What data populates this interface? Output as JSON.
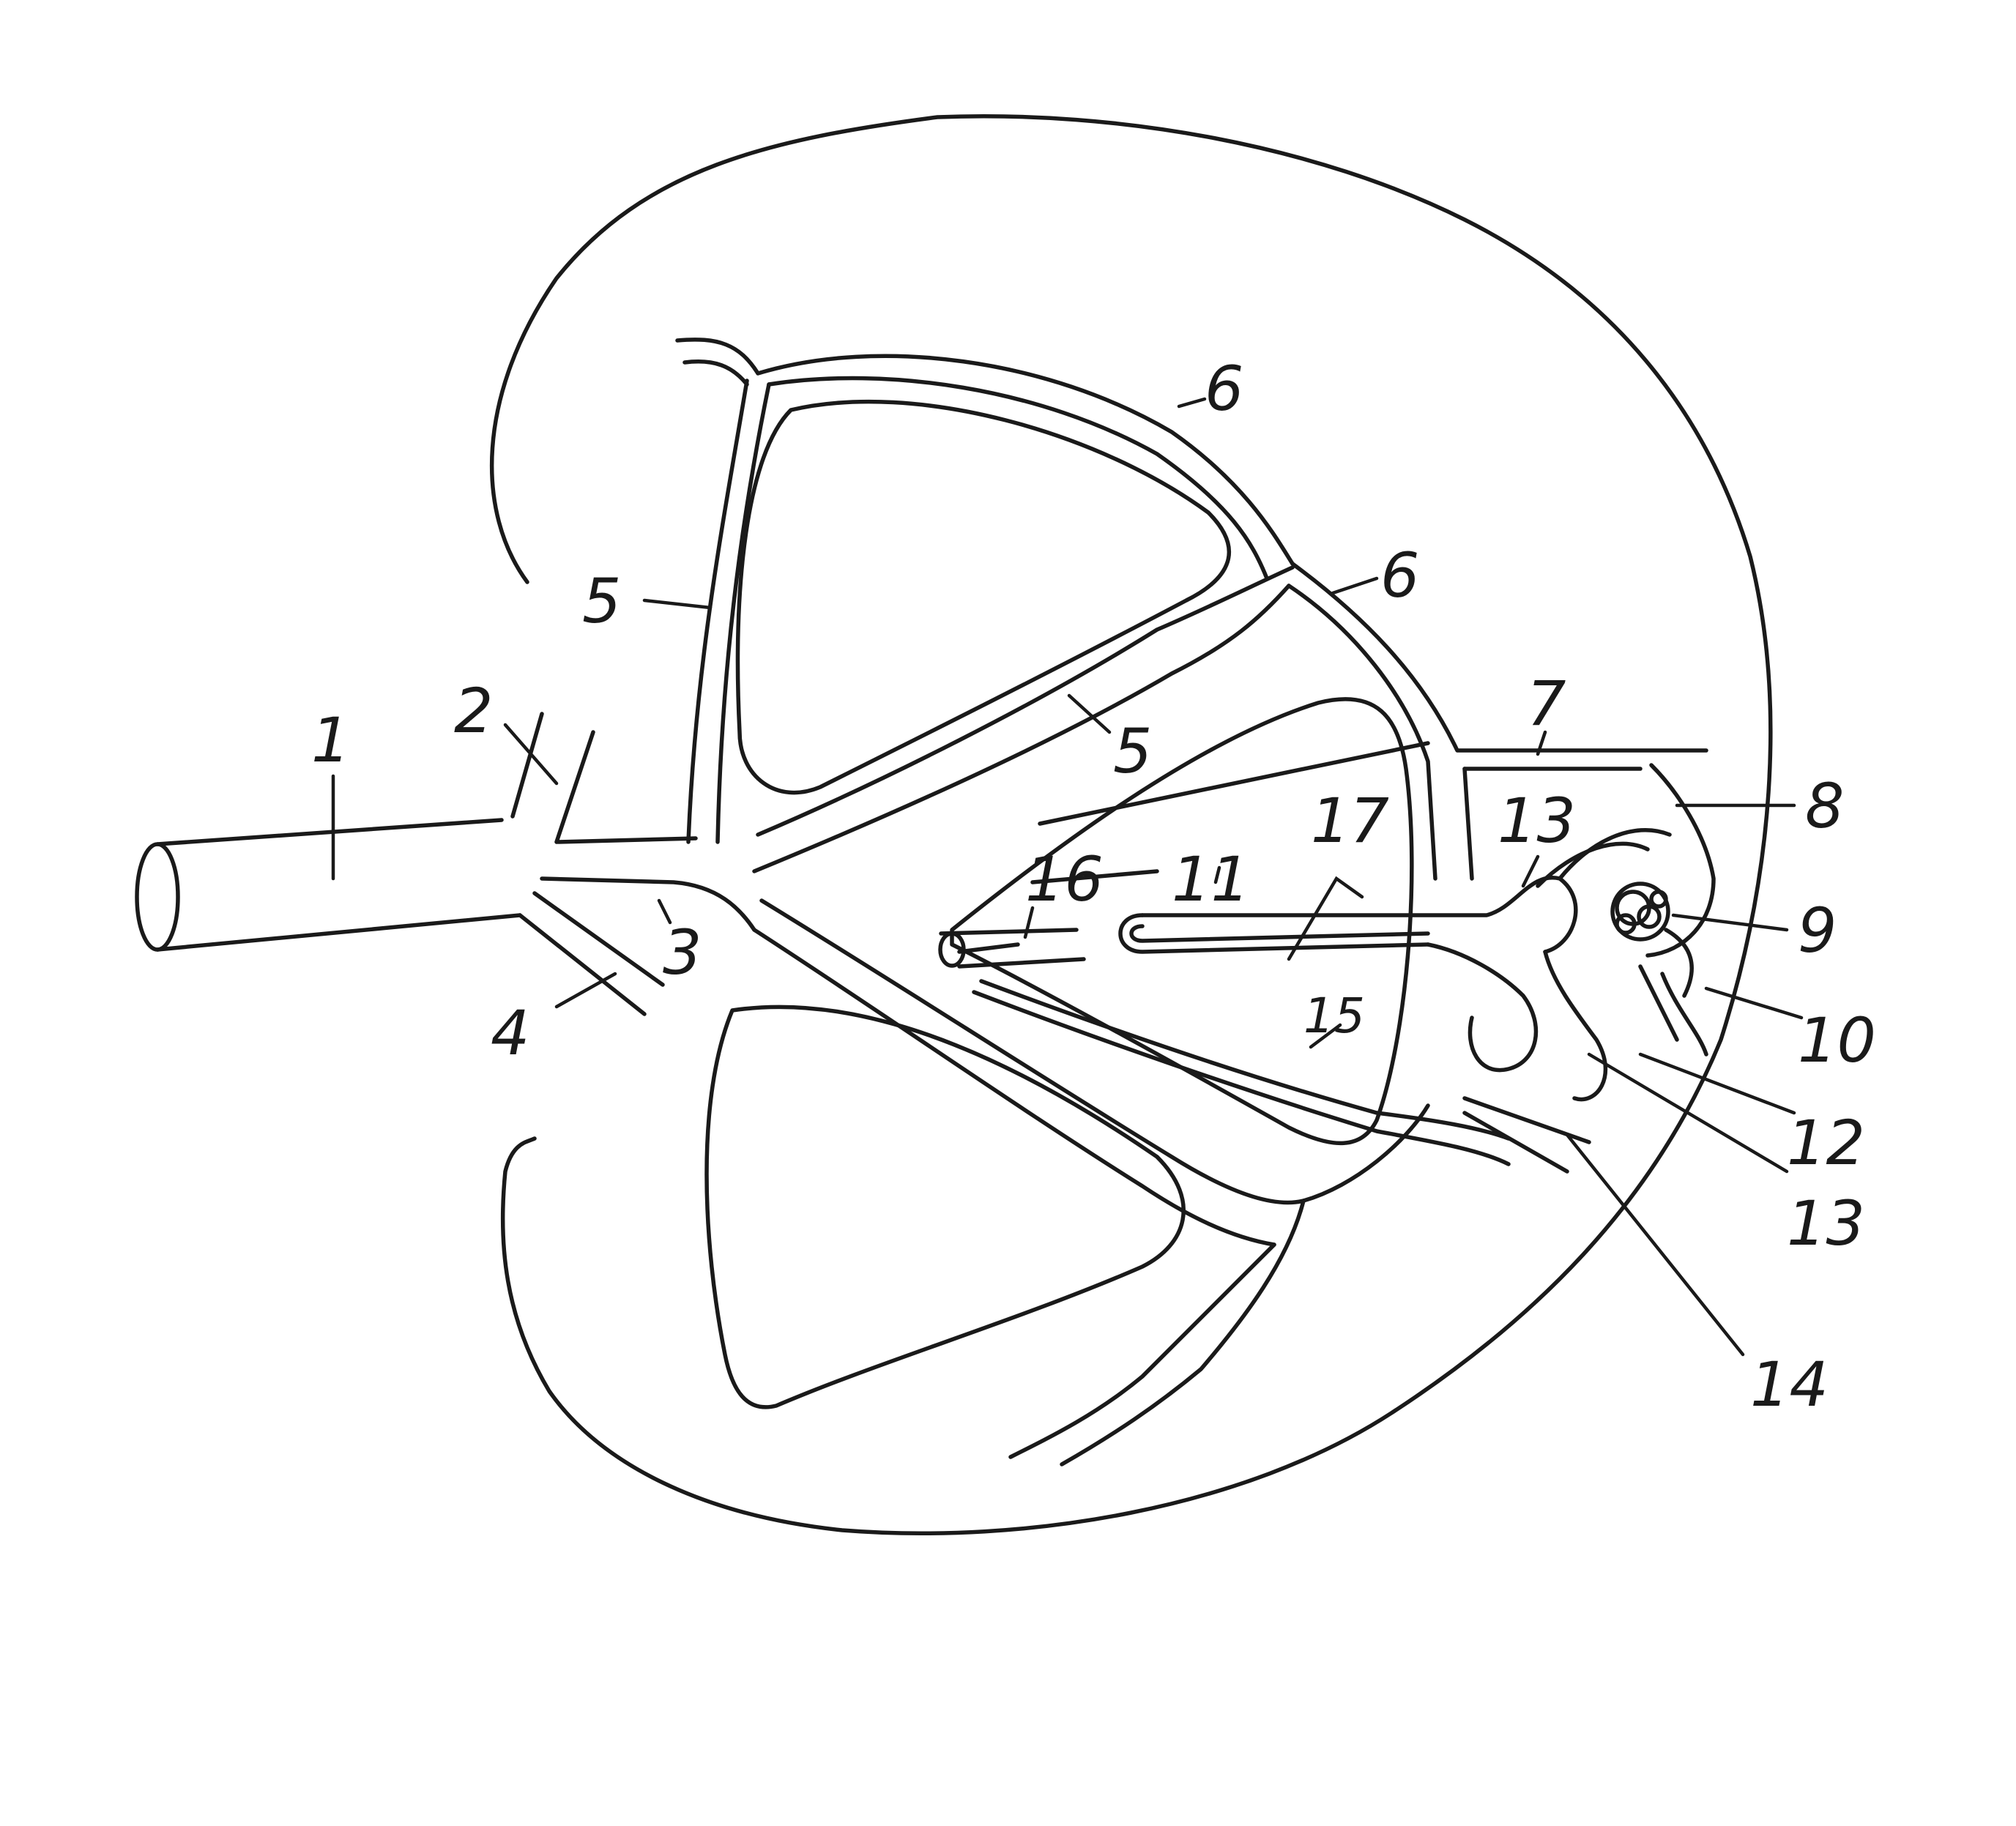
{
  "labels": {
    "l1": "1",
    "l2": "2",
    "l3": "3",
    "l4": "4",
    "l5a": "5",
    "l5b": "5",
    "l6a": "6",
    "l6b": "6",
    "l7": "7",
    "l8": "8",
    "l9": "9",
    "l10": "10",
    "l11": "11",
    "l12": "12",
    "l13a": "13",
    "l13b": "13",
    "l14": "14",
    "l15": "15",
    "l16": "16",
    "l17": "17"
  },
  "colors": {
    "ink": "#1a1a1a",
    "paper": "#ffffff"
  }
}
